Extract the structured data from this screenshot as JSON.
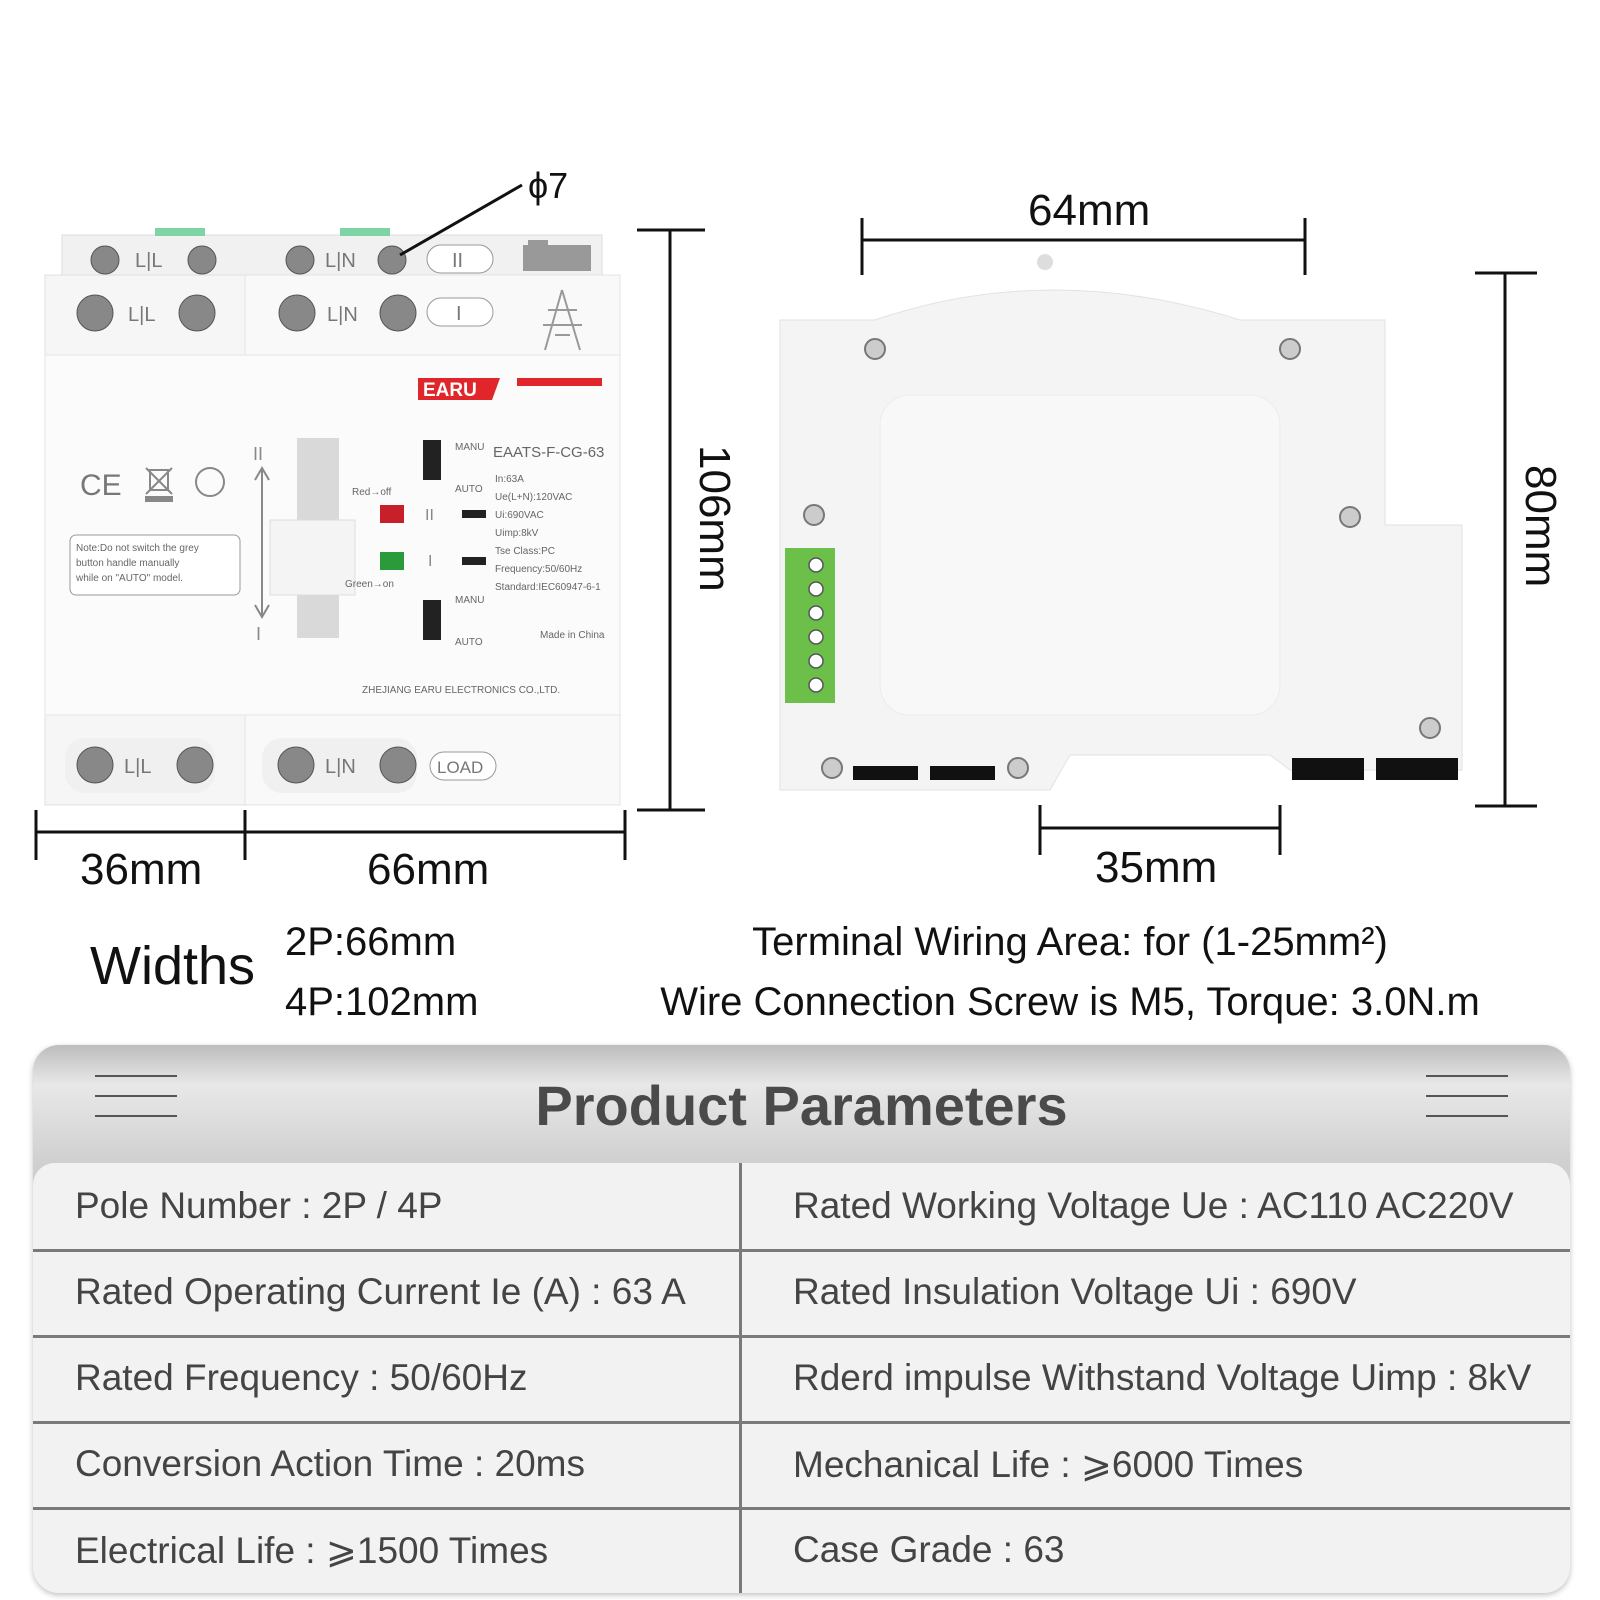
{
  "diagram": {
    "front": {
      "hole_label": "ϕ7",
      "height_label": "106mm",
      "width_left_label": "36mm",
      "width_right_label": "66mm",
      "terminal_top_l1": "L|L",
      "terminal_top_n1": "L|N",
      "terminal_top_ii": "II",
      "terminal_mid_l1": "L|L",
      "terminal_mid_n1": "L|N",
      "terminal_mid_i": "I",
      "terminal_bottom_l1": "L|L",
      "terminal_bottom_n1": "L|N",
      "terminal_bottom_load": "LOAD",
      "brand": "EARU",
      "model": "EAATS-F-CG-63",
      "specs": [
        "In:63A",
        "Ue(L+N):120VAC",
        "Ui:690VAC",
        "Uimp:8kV",
        "Tse Class:PC",
        "Frequency:50/60Hz",
        "Standard:IEC60947-6-1"
      ],
      "manu_1": "MANU",
      "auto_1": "AUTO",
      "manu_2": "MANU",
      "auto_2": "AUTO",
      "red_label": "Red→off",
      "green_label": "Green→on",
      "roman_ii": "II",
      "roman_i": "I",
      "made_in": "Made in China",
      "company": "ZHEJIANG EARU ELECTRONICS CO.,LTD.",
      "ce": "CE",
      "note": [
        "Note:Do not switch the grey",
        "button handle manually",
        "while on \"AUTO\" model."
      ]
    },
    "side": {
      "width_label": "64mm",
      "height_label": "80mm",
      "rail_label": "35mm"
    }
  },
  "widths": {
    "label": "Widths",
    "v2p": "2P:66mm",
    "v4p": "4P:102mm"
  },
  "wiring": {
    "line1": "Terminal Wiring Area: for (1-25mm²)",
    "line2": "Wire Connection Screw is M5, Torque: 3.0N.m"
  },
  "params": {
    "title": "Product Parameters",
    "left": [
      "Pole Number : 2P / 4P",
      "Rated Operating Current Ie (A) : 63 A",
      "Rated Frequency : 50/60Hz",
      "Conversion Action Time : 20ms",
      "Electrical Life : ⩾1500 Times"
    ],
    "right": [
      "Rated Working Voltage Ue : AC110 AC220V",
      "Rated Insulation Voltage Ui : 690V",
      "Rderd impulse Withstand Voltage Uimp : 8kV",
      "Mechanical Life : ⩾6000 Times",
      "Case Grade : 63"
    ]
  },
  "colors": {
    "brand_red": "#e0262a",
    "green_terminal": "#6cc04a",
    "panel_grey": "#cfcfcf"
  }
}
